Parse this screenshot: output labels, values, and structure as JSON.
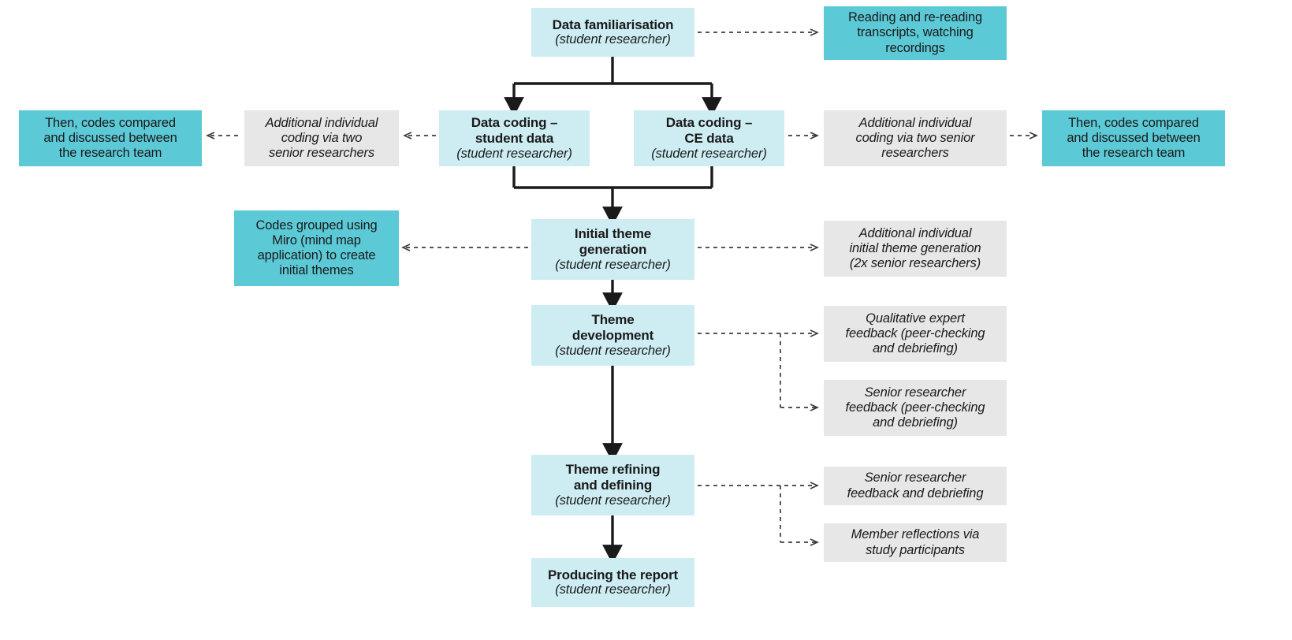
{
  "diagram": {
    "title": "Thematic analysis process flowchart",
    "colors": {
      "primary_stage": "#cdedf3",
      "highlight": "#5cc9d6",
      "annotation": "#e7e7e7",
      "connector": "#1a1a1a",
      "text": "#1a1a1a",
      "background": "#ffffff"
    }
  },
  "nodes": {
    "data_familiarisation": {
      "title": "Data familiarisation",
      "subtitle": "(student researcher)"
    },
    "reading_rereading": {
      "line1": "Reading and re-reading",
      "line2": "transcripts, watching",
      "line3": "recordings"
    },
    "coding_student": {
      "title_line1": "Data coding –",
      "title_line2": "student data",
      "subtitle": "(student researcher)"
    },
    "coding_ce": {
      "title_line1": "Data coding –",
      "title_line2": "CE data",
      "subtitle": "(student researcher)"
    },
    "additional_coding_left": {
      "line1": "Additional individual",
      "line2": "coding via two",
      "line3": "senior researchers"
    },
    "codes_compared_left": {
      "line1": "Then, codes compared",
      "line2": "and discussed between",
      "line3": "the research team"
    },
    "additional_coding_right": {
      "line1": "Additional individual",
      "line2": "coding via two senior",
      "line3": "researchers"
    },
    "codes_compared_right": {
      "line1": "Then, codes compared",
      "line2": "and discussed between",
      "line3": "the research team"
    },
    "initial_theme_generation": {
      "title_line1": "Initial theme",
      "title_line2": "generation",
      "subtitle": "(student researcher)"
    },
    "codes_grouped_miro": {
      "line1": "Codes grouped using",
      "line2": "Miro (mind map",
      "line3": "application) to create",
      "line4": "initial themes"
    },
    "additional_theme_generation": {
      "line1": "Additional individual",
      "line2": "initial theme generation",
      "line3": "(2x senior researchers)"
    },
    "theme_development": {
      "title_line1": "Theme",
      "title_line2": "development",
      "subtitle": "(student researcher)"
    },
    "qualitative_expert_feedback": {
      "line1": "Qualitative expert",
      "line2": "feedback (peer-checking",
      "line3": "and debriefing)"
    },
    "senior_researcher_feedback": {
      "line1": "Senior researcher",
      "line2": "feedback (peer-checking",
      "line3": "and debriefing)"
    },
    "theme_refining": {
      "title_line1": "Theme refining",
      "title_line2": "and defining",
      "subtitle": "(student researcher)"
    },
    "senior_feedback_debriefing": {
      "line1": "Senior researcher",
      "line2": "feedback and debriefing"
    },
    "member_reflections": {
      "line1": "Member reflections via",
      "line2": "study participants"
    },
    "producing_report": {
      "title": "Producing the report",
      "subtitle": "(student researcher)"
    }
  }
}
